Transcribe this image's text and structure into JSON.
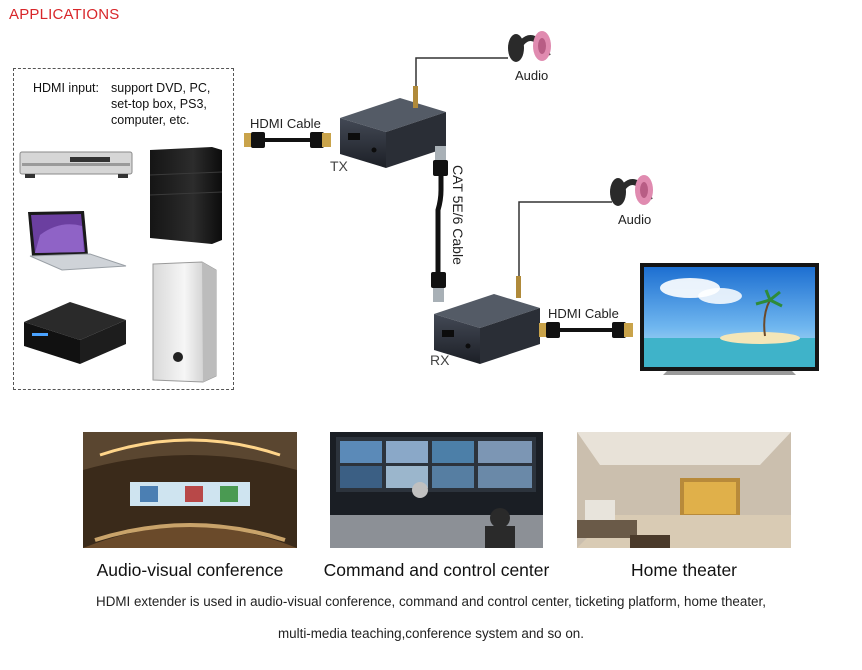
{
  "heading": "APPLICATIONS",
  "input_box": {
    "label": "HDMI input:",
    "lines": [
      "support DVD, PC,",
      "set-top box, PS3,",
      "computer, etc."
    ]
  },
  "diagram": {
    "hdmi_cable_tx": "HDMI Cable",
    "tx_label": "TX",
    "audio_tx": "Audio",
    "cat_cable": "CAT 5E/6 Cable",
    "audio_rx": "Audio",
    "hdmi_cable_rx": "HDMI Cable",
    "rx_label": "RX"
  },
  "scenarios": [
    {
      "caption": "Audio-visual conference"
    },
    {
      "caption": "Command and control center"
    },
    {
      "caption": "Home theater"
    }
  ],
  "footer": {
    "line1": "HDMI extender is used in audio-visual conference, command and control center, ticketing platform, home theater,",
    "line2": "multi-media teaching,conference system and so on."
  },
  "colors": {
    "heading": "#d8262a",
    "device_body": "#2b2f38",
    "cable": "#111111",
    "headphone_cup": "#e08bb0"
  }
}
